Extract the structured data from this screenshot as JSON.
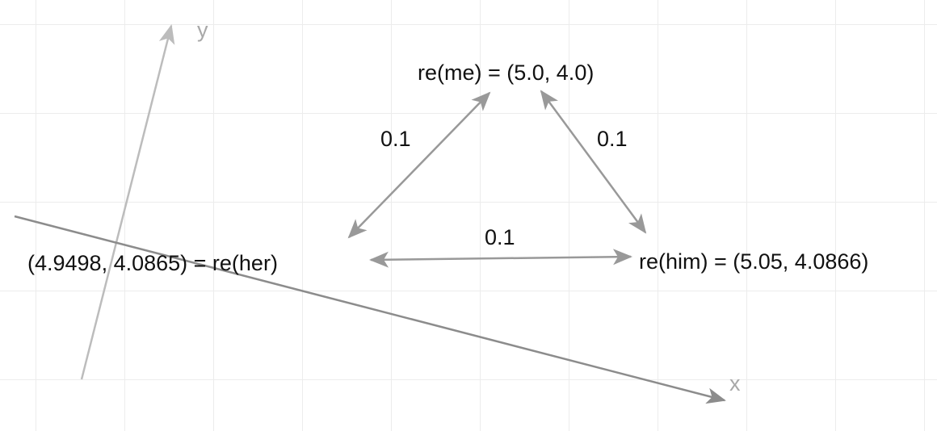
{
  "nodes": {
    "me": "re(me) = (5.0, 4.0)",
    "her": "(4.9498, 4.0865) = re(her)",
    "him": "re(him) = (5.05, 4.0866)"
  },
  "distances": {
    "me_her": "0.1",
    "me_him": "0.1",
    "her_him": "0.1"
  },
  "axes": {
    "x": "x",
    "y": "y"
  },
  "colors": {
    "axis_x": "#8c8c8c",
    "axis_y": "#bcbcbc",
    "arrow": "#999999",
    "text": "#111111"
  }
}
